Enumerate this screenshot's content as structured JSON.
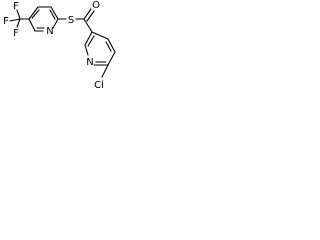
{
  "structure": {
    "atom_labels": {
      "f_top": "F",
      "f_left": "F",
      "f_bottom": "F",
      "n_left_ring": "N",
      "s_thioester": "S",
      "o_carbonyl": "O",
      "n_right_ring": "N",
      "cl": "Cl"
    }
  }
}
